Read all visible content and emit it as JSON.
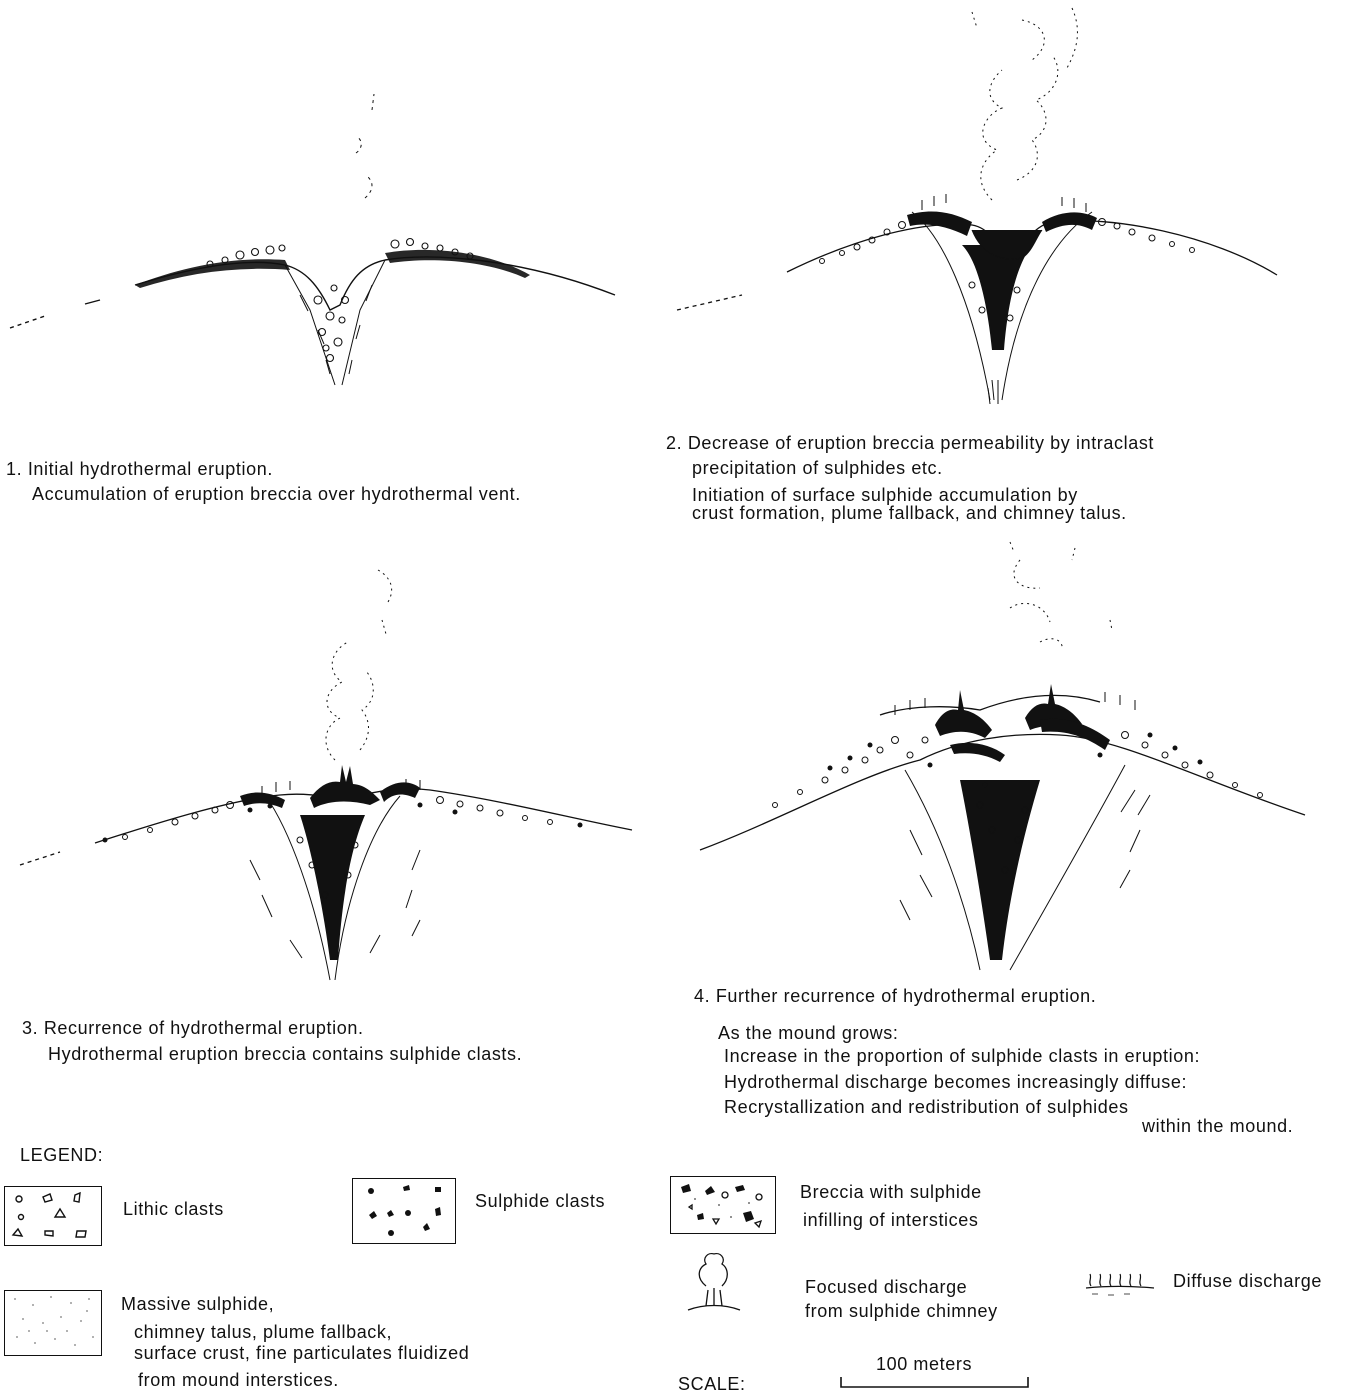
{
  "panels": [
    {
      "id": "1",
      "caption_line1": "1. Initial hydrothermal eruption.",
      "caption_line2": "Accumulation of eruption breccia over hydrothermal vent."
    },
    {
      "id": "2",
      "caption_line1": "2. Decrease of eruption breccia permeability by intraclast",
      "caption_line2": "precipitation of sulphides etc.",
      "caption_line3": "Initiation of surface sulphide accumulation by",
      "caption_line4": "crust formation, plume fallback, and chimney talus."
    },
    {
      "id": "3",
      "caption_line1": "3. Recurrence of hydrothermal eruption.",
      "caption_line2": "Hydrothermal eruption breccia contains sulphide clasts."
    },
    {
      "id": "4",
      "caption_line1": "4. Further recurrence of hydrothermal eruption.",
      "caption_line2": "As the mound grows:",
      "caption_line3": "Increase in the proportion of sulphide clasts in eruption:",
      "caption_line4": "Hydrothermal discharge becomes increasingly diffuse:",
      "caption_line5": "Recrystallization and redistribution of sulphides",
      "caption_line6": "within the mound."
    }
  ],
  "legend": {
    "title": "LEGEND:",
    "lithic_clasts": "Lithic clasts",
    "sulphide_clasts": "Sulphide clasts",
    "breccia_line1": "Breccia with sulphide",
    "breccia_line2": "infilling of interstices",
    "massive_line1": "Massive sulphide,",
    "massive_line2": "chimney talus, plume fallback,",
    "massive_line3": "surface crust, fine particulates fluidized",
    "massive_line4": "from mound interstices.",
    "focused_line1": "Focused discharge",
    "focused_line2": "from sulphide chimney",
    "diffuse": "Diffuse discharge"
  },
  "scale": {
    "label": "SCALE:",
    "bar_label": "100 meters"
  },
  "colors": {
    "ink": "#111111",
    "paper": "#ffffff"
  }
}
